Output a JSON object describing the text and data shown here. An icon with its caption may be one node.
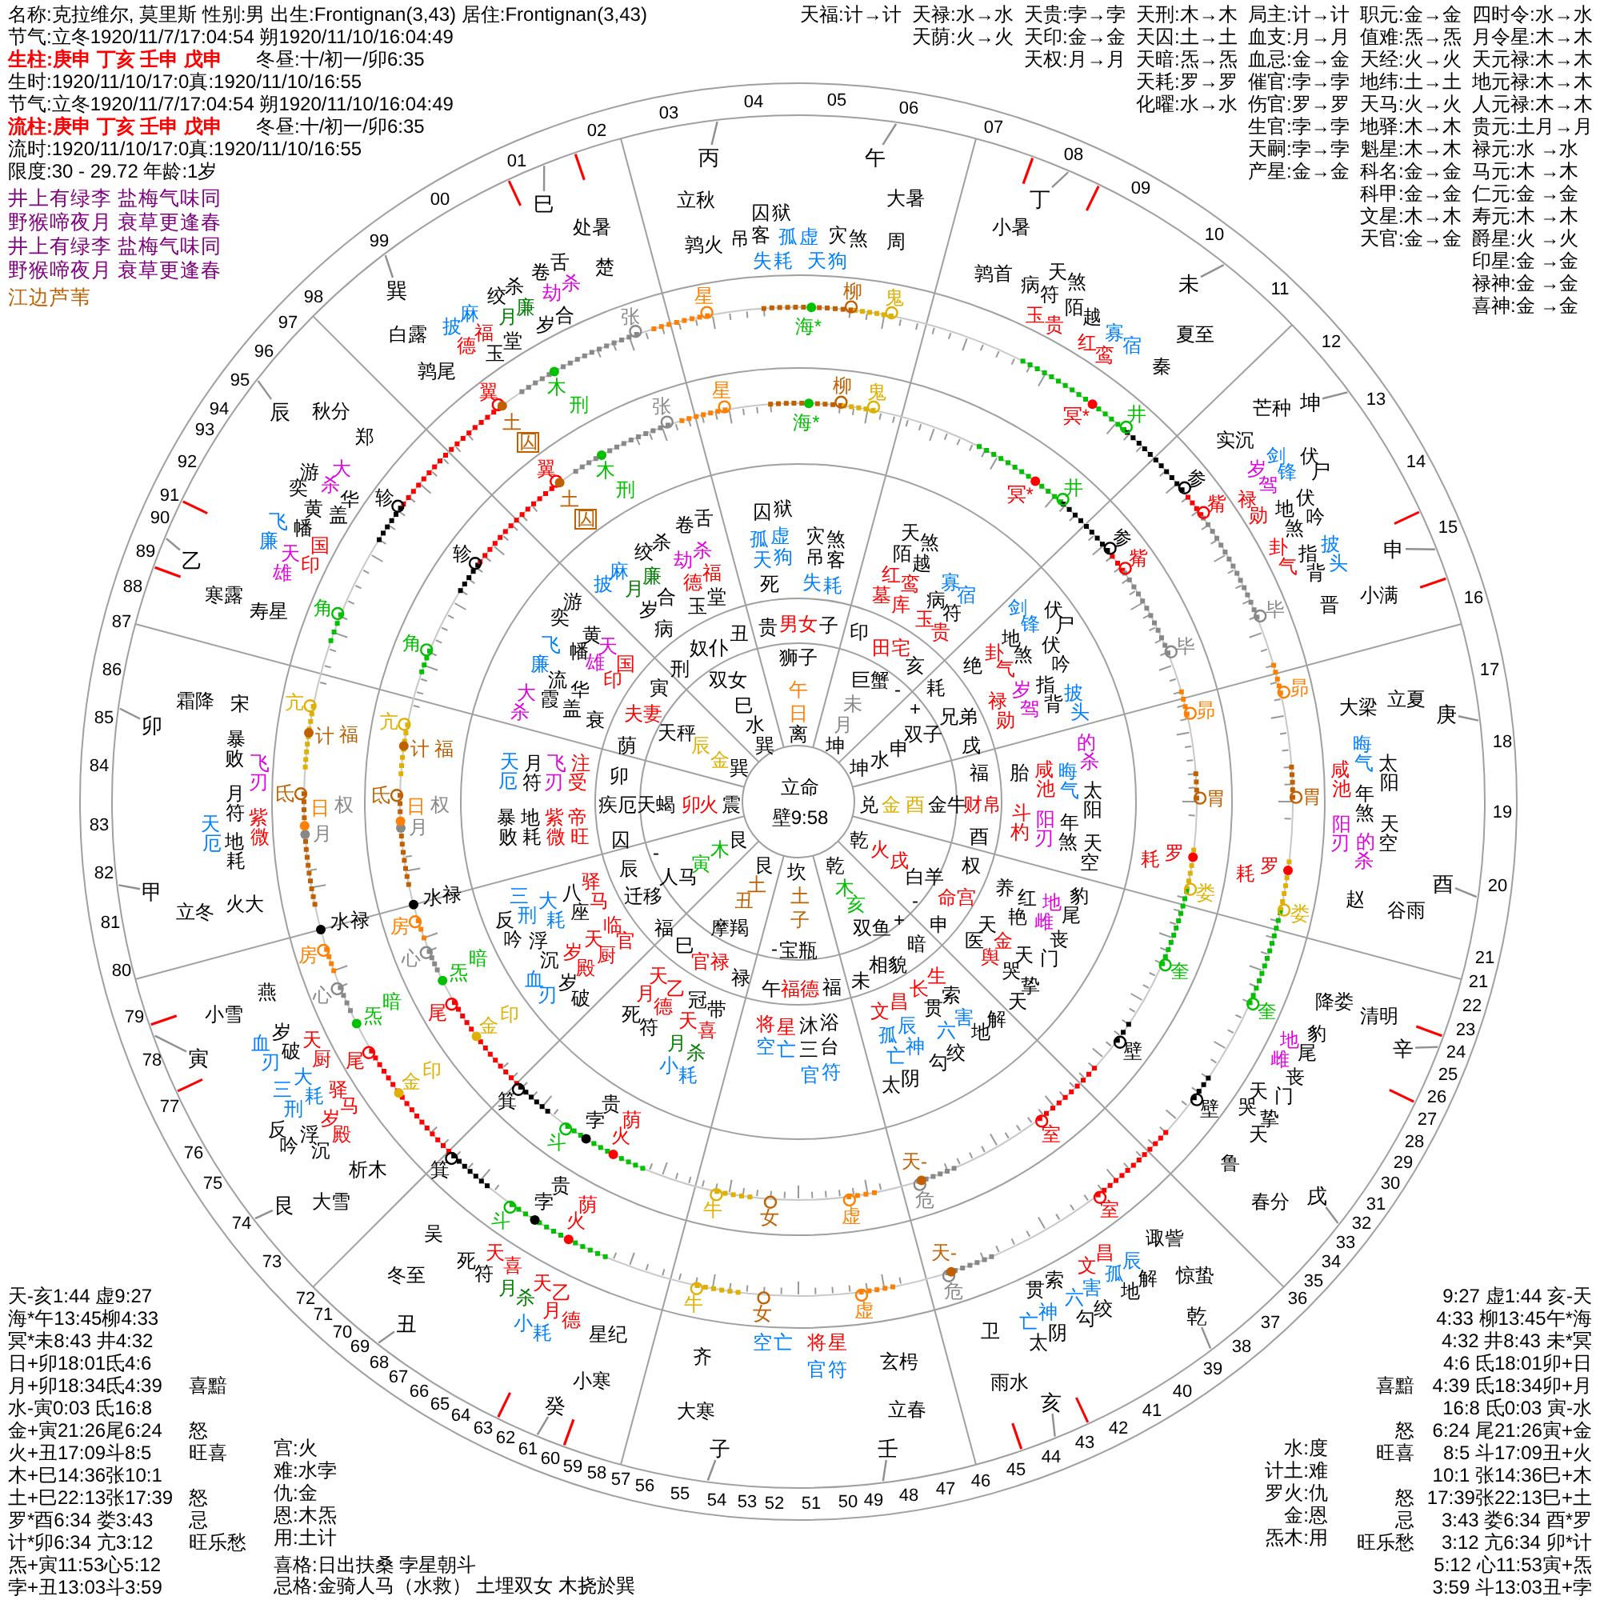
{
  "diagram": {
    "labels": [
      "名称:克拉维尔, 莫里斯 性别:男 出生:Frontignan(3,43) 居住:Frontignan(3,43)",
      "节气:立冬1920/11/7/17:04:54 朔1920/11/10/16:04:49",
      "生柱:庚申 丁亥 壬申 戊申",
      "冬昼:十/初一/卯6:35",
      "生时:1920/11/10/17:0真:1920/11/10/16:55",
      "节气:立冬1920/11/7/17:04:54 朔1920/11/10/16:04:49",
      "流柱:庚申 丁亥 壬申 戊申",
      "冬昼:十/初一/卯6:35",
      "流时:1920/11/10/17:0真:1920/11/10/16:55",
      "限度:30 - 29.72 年龄:1岁",
      "井上有绿李 盐梅气味同",
      "野猴啼夜月 衰草更逢春",
      "井上有绿李 盐梅气味同",
      "野猴啼夜月 衰草更逢春",
      "江边芦苇",
      "天福:计→计",
      "天禄:水→水",
      "天贵:孛→孛",
      "天刑:木→木",
      "局主:计→计",
      "职元:金→金",
      "四时令:水→水",
      "天荫:火→火",
      "天印:金→金",
      "天囚:土→土",
      "血支:月→月",
      "值难:炁→炁",
      "月令星:木→木",
      "天权:月→月",
      "天暗:炁→炁",
      "血忌:金→金",
      "天经:火→火",
      "天元禄:木→木",
      "天耗:罗→罗",
      "催官:孛→孛",
      "地纬:土→土",
      "地元禄:木→木",
      "化曜:水→水",
      "伤官:罗→罗",
      "天马:火→火",
      "人元禄:木→木",
      "生官:孛→孛",
      "地驿:木→木",
      "贵元:土月→月",
      "天嗣:孛→孛",
      "魁星:木→木",
      "禄元:水 →水",
      "产星:金→金",
      "科名:金→金",
      "马元:木 →木",
      "科甲:金→金",
      "仁元:金 →金",
      "文星:木→木",
      "寿元:木 →木",
      "天官:金→金",
      "爵星:火 →火",
      "印星:金 →金",
      "禄神:金 →金",
      "喜神:金 →金",
      "天-亥1:44 虚9:27",
      "海*午13:45柳4:33",
      "冥*未8:43 井4:32",
      "日+卯18:01氐4:6",
      "月+卯18:34氐4:39",
      "水-寅0:03 氐16:8",
      "金+寅21:26尾6:24",
      "火+丑17:09斗8:5",
      "木+巳14:36张10:1",
      "土+巳22:13张17:39",
      "罗*酉6:34 娄3:43",
      "计*卯6:34 亢3:12",
      "炁+寅11:53心5:12",
      "孛+丑13:03斗3:59",
      "喜黯",
      "怒",
      "旺喜",
      "怒",
      "忌",
      "旺乐愁",
      "宫:火",
      "难:水孛",
      "仇:金",
      "恩:木炁",
      "用:土计",
      "喜格:日出扶桑 孛星朝斗",
      "忌格:金骑人马（水救） 土埋双女 木挠於巽",
      "9:27 虚1:44 亥-天",
      "4:33 柳13:45午*海",
      "4:32 井8:43 未*冥",
      "4:6 氐18:01卯+日",
      "4:39 氐18:34卯+月",
      "16:8 氐0:03 寅-水",
      "6:24 尾21:26寅+金",
      "8:5 斗17:09丑+火",
      "10:1 张14:36巳+木",
      "17:39张22:13巳+土",
      "3:43 娄6:34 酉*罗",
      "3:12 亢6:34 卯*计",
      "5:12 心11:53寅+炁",
      "3:59 斗13:03丑+孛",
      "喜黯",
      "怒",
      "旺喜",
      "怒",
      "忌",
      "旺乐愁",
      "水:度",
      "计土:难",
      "罗火:仇",
      "金:恩",
      "炁木:用",
      "00",
      "01",
      "02",
      "03",
      "04",
      "05",
      "06",
      "07",
      "08",
      "09",
      "10",
      "11",
      "12",
      "13",
      "14",
      "15",
      "16",
      "17",
      "18",
      "19",
      "20",
      "21",
      "21",
      "22",
      "23",
      "24",
      "25",
      "26",
      "27",
      "28",
      "29",
      "30",
      "31",
      "32",
      "33",
      "34",
      "35",
      "36",
      "37",
      "38",
      "39",
      "40",
      "41",
      "42",
      "43",
      "60",
      "59",
      "58",
      "57",
      "56",
      "55",
      "54",
      "53",
      "52",
      "51",
      "50",
      "49",
      "48",
      "47",
      "46",
      "45",
      "44",
      "61",
      "62",
      "63",
      "64",
      "65",
      "66",
      "67",
      "68",
      "69",
      "70",
      "71",
      "72",
      "73",
      "74",
      "75",
      "76",
      "77",
      "78",
      "79",
      "80",
      "81",
      "82",
      "83",
      "84",
      "85",
      "86",
      "87",
      "88",
      "89",
      "90",
      "91",
      "92",
      "93",
      "94",
      "95",
      "96",
      "97",
      "98",
      "99",
      "立秋",
      "大暑",
      "鹑火",
      "周",
      "小暑",
      "鹑首",
      "夏至",
      "秦",
      "芒种",
      "实沉",
      "小满",
      "晋",
      "立夏",
      "大梁",
      "谷雨",
      "赵",
      "清明",
      "降娄",
      "春分",
      "鲁",
      "惊蛰",
      "诹訾",
      "雨水",
      "卫",
      "立春",
      "玄枵",
      "大寒",
      "齐",
      "小寒",
      "星纪",
      "冬至",
      "吴",
      "大雪",
      "析木",
      "小雪",
      "燕",
      "立冬",
      "火大",
      "霜降",
      "宋",
      "寒露",
      "寿星",
      "秋分",
      "郑",
      "白露",
      "鹑尾",
      "处暑",
      "楚",
      "丙",
      "午",
      "丁",
      "未",
      "坤",
      "申",
      "庚",
      "酉",
      "辛",
      "戌",
      "乾",
      "亥",
      "子",
      "壬",
      "癸",
      "丑",
      "艮",
      "寅",
      "甲",
      "卯",
      "乙",
      "辰",
      "巽",
      "巳",
      "囚狱",
      "吊客",
      "孤虚",
      "灾煞",
      "失耗",
      "天狗",
      "病符",
      "天煞",
      "玉贵",
      "陌越",
      "红鸾",
      "寡宿",
      "禄勋",
      "岁驾",
      "剑锋",
      "卦气",
      "地煞",
      "伏吟",
      "指背",
      "伏尸",
      "披头",
      "咸池",
      "晦气",
      "太阳",
      "阳刃",
      "年煞",
      "的杀",
      "天空",
      "地雌",
      "豹尾",
      "天哭",
      "丧门",
      "挚天",
      "亡神",
      "贯索",
      "太阴",
      "六害",
      "勾绞",
      "文昌",
      "孤辰",
      "地解",
      "将星",
      "官符",
      "空亡",
      "死符",
      "天喜",
      "月杀",
      "天乙",
      "小耗",
      "月德",
      "血刃",
      "岁破",
      "天厨",
      "三刑",
      "大耗",
      "驿马",
      "反吟",
      "浮沉",
      "岁殿",
      "天厄",
      "暴败",
      "月符",
      "地耗",
      "飞刃",
      "紫微",
      "游奕",
      "大杀",
      "飞廉",
      "黄幡",
      "华盖",
      "天雄",
      "国印",
      "披麻",
      "德福",
      "玉堂",
      "绞杀",
      "月廉",
      "卷舌",
      "岁合",
      "劫杀",
      "柳",
      "鬼",
      "井",
      "参",
      "觜",
      "毕",
      "昴",
      "胃",
      "娄",
      "奎",
      "壁",
      "室",
      "牛",
      "女",
      "虚",
      "危",
      "斗",
      "箕",
      "尾",
      "心",
      "房",
      "氐",
      "亢",
      "角",
      "轸",
      "翼",
      "张",
      "星",
      "海*",
      "冥*",
      "耗",
      "罗",
      "天-",
      "贵",
      "孛",
      "荫",
      "火",
      "金",
      "印",
      "炁",
      "暗",
      "水",
      "禄",
      "月",
      "日",
      "权",
      "计",
      "福",
      "土",
      "囚",
      "木",
      "刑",
      "柳",
      "鬼",
      "井",
      "参",
      "觜",
      "毕",
      "昴",
      "胃",
      "娄",
      "奎",
      "壁",
      "室",
      "牛",
      "女",
      "虚",
      "危",
      "斗",
      "箕",
      "尾",
      "心",
      "房",
      "氐",
      "亢",
      "角",
      "轸",
      "翼",
      "张",
      "星",
      "海*",
      "冥*",
      "耗",
      "罗",
      "天-",
      "贵",
      "孛",
      "荫",
      "火",
      "金",
      "印",
      "炁",
      "暗",
      "水",
      "禄",
      "月",
      "日",
      "权",
      "计",
      "福",
      "土",
      "囚",
      "木",
      "刑",
      "囚狱",
      "孤虚",
      "灾煞",
      "天狗",
      "吊客",
      "死",
      "失耗",
      "墓库",
      "红鸾",
      "陌越",
      "天煞",
      "玉贵",
      "病符",
      "寡宿",
      "绝",
      "卦气",
      "禄勋",
      "地煞",
      "剑锋",
      "岁驾",
      "指背",
      "伏吟",
      "伏尸",
      "披头",
      "胎",
      "斗杓",
      "咸池",
      "阳刃",
      "晦气",
      "年煞",
      "的杀",
      "天空",
      "太阳",
      "养",
      "红艳",
      "地雌",
      "豹尾",
      "天医",
      "金舆",
      "天哭",
      "挚天",
      "丧门",
      "文昌",
      "孤辰",
      "亡神",
      "长生",
      "贯索",
      "勾绞",
      "六害",
      "地解",
      "太阴",
      "将星",
      "沐浴",
      "空亡",
      "三台",
      "官符",
      "死符",
      "月德",
      "天乙",
      "小耗",
      "月杀",
      "天喜",
      "冠带",
      "三刑",
      "大耗",
      "八座",
      "驿马",
      "反吟",
      "浮沉",
      "岁殿",
      "天厨",
      "临官",
      "血刃",
      "岁破",
      "天厄",
      "月符",
      "飞刃",
      "注受",
      "暴败",
      "地耗",
      "紫微",
      "帝旺",
      "大杀",
      "飞廉",
      "流霞",
      "游奕",
      "华盖",
      "黄幡",
      "衰",
      "天雄",
      "国印",
      "卷舌",
      "绞杀",
      "劫杀",
      "披麻",
      "月廉",
      "德福",
      "岁合",
      "玉堂",
      "病",
      "贵",
      "男女",
      "子",
      "印",
      "田宅",
      "亥",
      "耗",
      "兄弟",
      "戌",
      "福",
      "财帛",
      "酉",
      "权",
      "命宫",
      "申",
      "巳",
      "官禄",
      "禄",
      "午",
      "福德",
      "福",
      "未",
      "相貌",
      "暗",
      "福",
      "迁移",
      "辰",
      "囚",
      "疾厄",
      "卯",
      "荫",
      "夫妻",
      "寅",
      "刑",
      "奴仆",
      "丑",
      "狮子",
      "午",
      "日",
      "离",
      "巨蟹",
      "-",
      "未",
      "月",
      "坤",
      "+",
      "双子",
      "坤",
      "水",
      "申",
      "兑",
      "金",
      "酉",
      "金牛",
      "白羊",
      "戌",
      "火",
      "乾",
      "-",
      "双鱼",
      "+",
      "亥",
      "木",
      "乾",
      "-",
      "宝瓶",
      "子",
      "土",
      "坎",
      "摩羯",
      "丑",
      "土",
      "艮",
      "人马",
      "-",
      "寅",
      "木",
      "艮",
      "天蝎",
      "卯",
      "火",
      "震",
      "天秤",
      "辰",
      "金",
      "巽",
      "双女",
      "巳",
      "水",
      "巽",
      "立命",
      "壁9:58"
    ]
  }
}
